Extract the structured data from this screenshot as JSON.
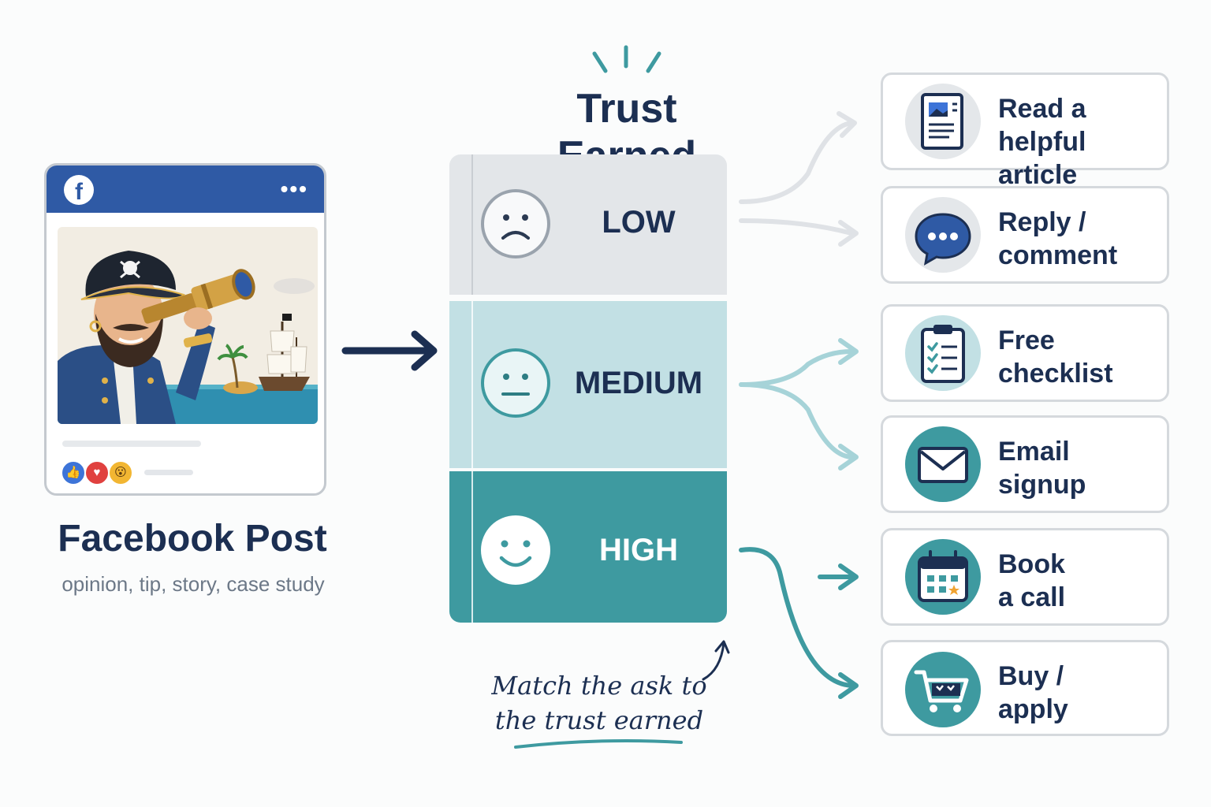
{
  "facebook_post": {
    "logo_letter": "f",
    "menu_glyph": "•••",
    "title": "Facebook Post",
    "subtitle": "opinion, tip, story, case study",
    "reactions": [
      "like-icon",
      "heart-icon",
      "wow-icon"
    ]
  },
  "trust": {
    "title": "Trust Earned",
    "levels": [
      {
        "label": "LOW",
        "face": "sad-face-icon",
        "color": "#e3e6e9"
      },
      {
        "label": "MEDIUM",
        "face": "neutral-face-icon",
        "color": "#c2e0e4"
      },
      {
        "label": "HIGH",
        "face": "happy-face-icon",
        "color": "#3e9aa0"
      }
    ],
    "note_line1": "Match the ask to",
    "note_line2": "the trust earned"
  },
  "actions": [
    {
      "line1": "Read a",
      "line2": "helpful article",
      "icon": "article-icon",
      "level": "LOW"
    },
    {
      "line1": "Reply /",
      "line2": "comment",
      "icon": "chat-bubble-icon",
      "level": "LOW"
    },
    {
      "line1": "Free",
      "line2": "checklist",
      "icon": "clipboard-checklist-icon",
      "level": "MEDIUM"
    },
    {
      "line1": "Email",
      "line2": "signup",
      "icon": "envelope-icon",
      "level": "MEDIUM"
    },
    {
      "line1": "Book",
      "line2": "a call",
      "icon": "calendar-icon",
      "level": "HIGH"
    },
    {
      "line1": "Buy /",
      "line2": "apply",
      "icon": "shopping-cart-icon",
      "level": "HIGH"
    }
  ],
  "colors": {
    "navy": "#1c2f52",
    "facebook_blue": "#2f5aa5",
    "teal": "#3e9aa0",
    "light_teal": "#c2e0e4",
    "gray": "#e3e6e9"
  }
}
